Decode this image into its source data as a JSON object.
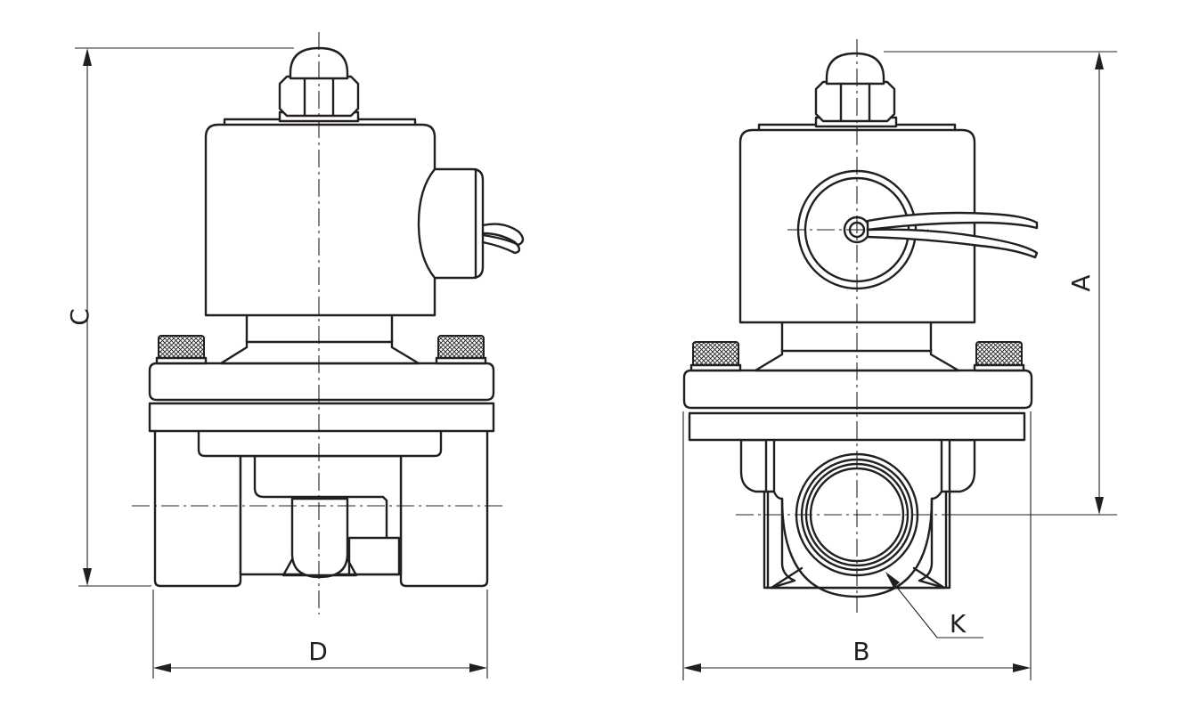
{
  "dimension_labels": {
    "height_overall": "C",
    "width_side": "D",
    "height_to_port": "A",
    "width_front": "B",
    "port_thread": "K"
  },
  "colors": {
    "line": "#231f20",
    "background": "#ffffff"
  }
}
